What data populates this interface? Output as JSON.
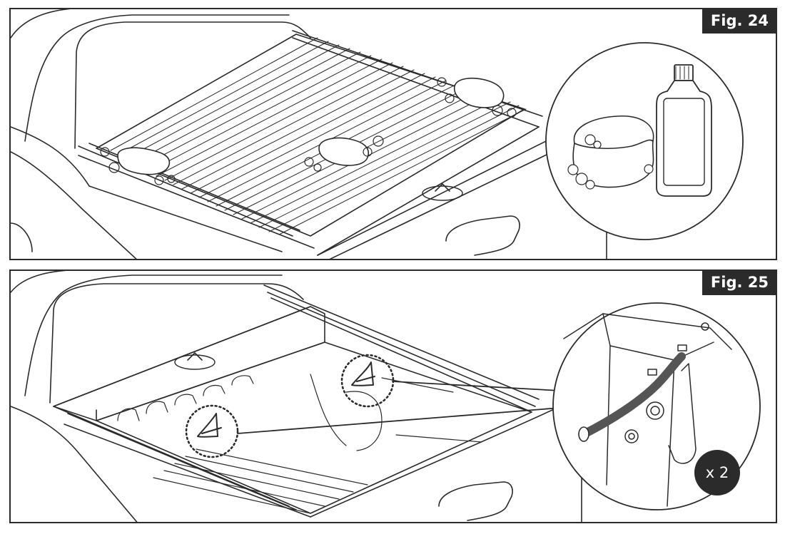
{
  "figures": [
    {
      "label": "Fig. 24"
    },
    {
      "label": "Fig. 25",
      "badge": "x 2"
    }
  ],
  "colors": {
    "line": "#2b2b2b",
    "label_bg": "#2b2b2b",
    "label_text": "#ffffff",
    "background": "#ffffff"
  },
  "icons": [
    "sponge-icon",
    "cleaner-bottle-icon",
    "water-drop-icon",
    "eye-icon",
    "drain-tube-icon"
  ]
}
